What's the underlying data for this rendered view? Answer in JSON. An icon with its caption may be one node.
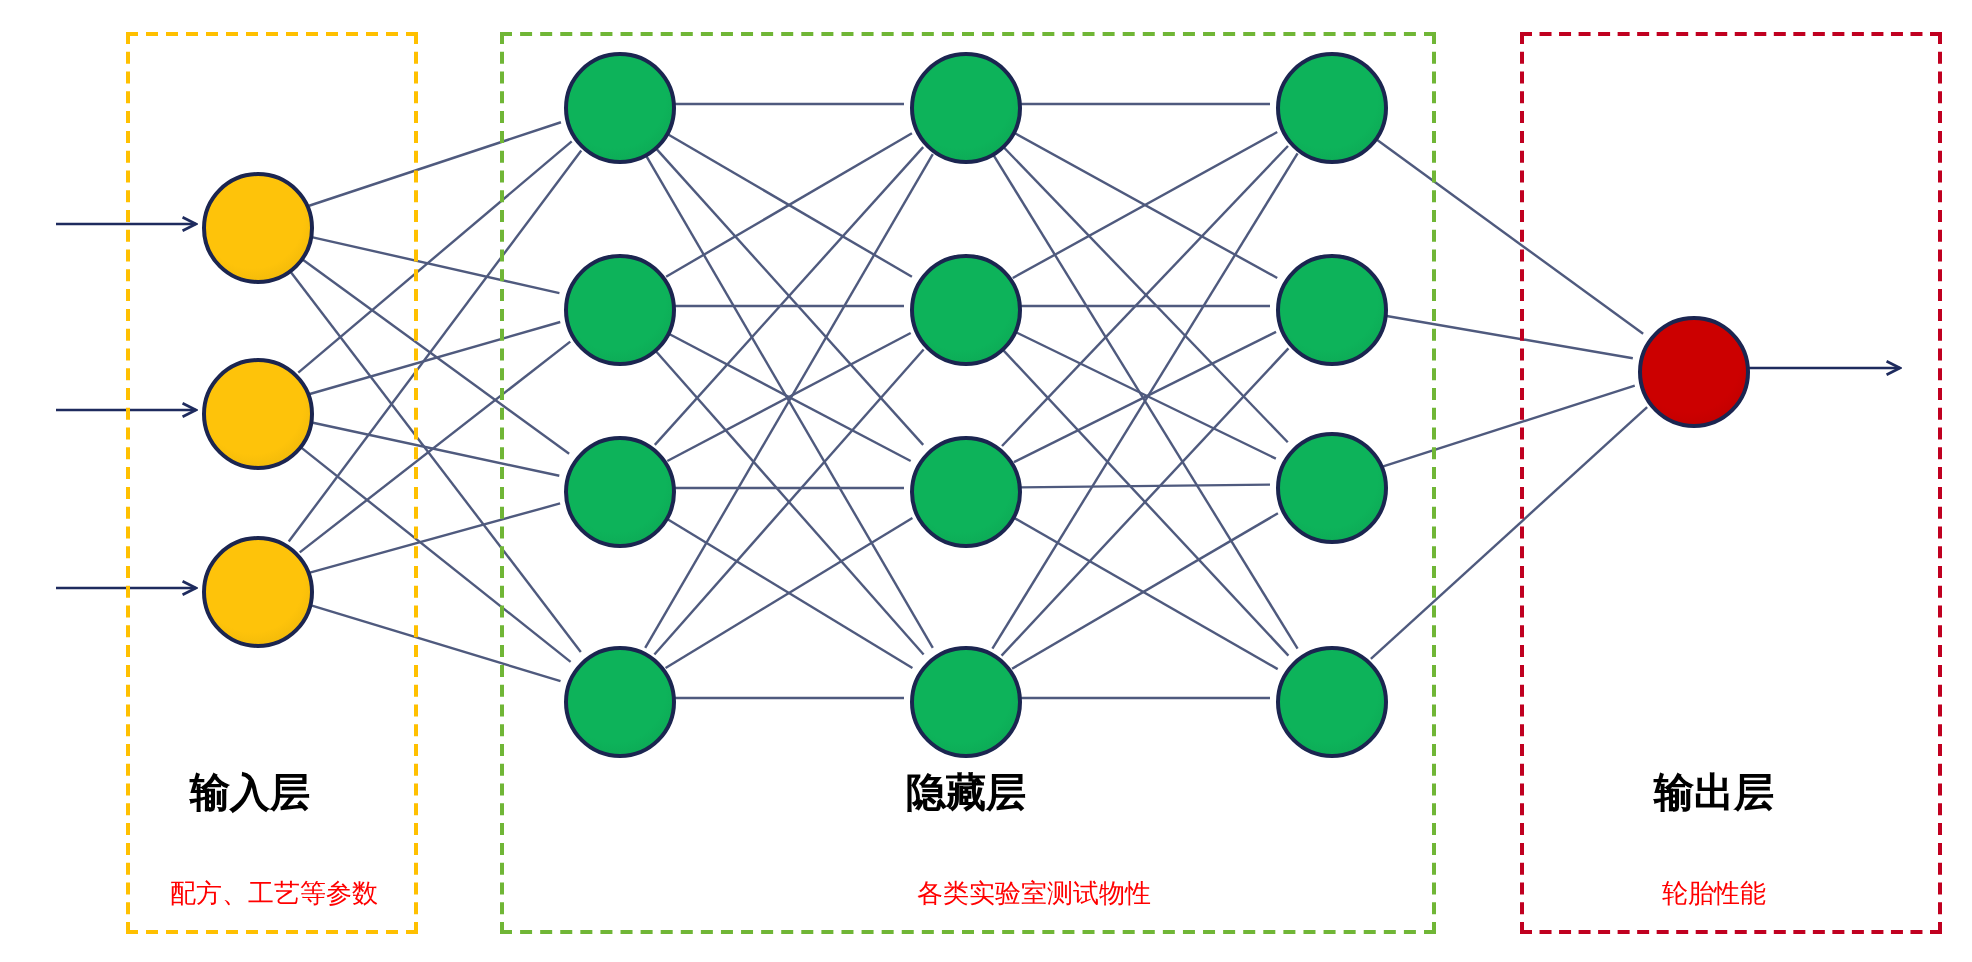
{
  "diagram": {
    "nodes": [
      {
        "text": [
          "输入层",
          "配方、工艺等参数"
        ]
      },
      {
        "text": [
          "隐藏层",
          "各类实验室测试物性"
        ]
      },
      {
        "text": [
          "输出层",
          "轮胎性能"
        ]
      },
      {
        "text": [],
        "shape": "circle",
        "in": 0
      },
      {
        "text": [],
        "shape": "circle",
        "in": 0
      },
      {
        "text": [],
        "shape": "circle",
        "in": 0
      },
      {
        "text": [],
        "shape": "circle",
        "in": 1
      },
      {
        "text": [],
        "shape": "circle",
        "in": 1
      },
      {
        "text": [],
        "shape": "circle",
        "in": 1
      },
      {
        "text": [],
        "shape": "circle",
        "in": 1
      },
      {
        "text": [],
        "shape": "circle",
        "in": 1
      },
      {
        "text": [],
        "shape": "circle",
        "in": 1
      },
      {
        "text": [],
        "shape": "circle",
        "in": 1
      },
      {
        "text": [],
        "shape": "circle",
        "in": 1
      },
      {
        "text": [],
        "shape": "circle",
        "in": 1
      },
      {
        "text": [],
        "shape": "circle",
        "in": 1
      },
      {
        "text": [],
        "shape": "circle",
        "in": 1
      },
      {
        "text": [],
        "shape": "circle",
        "in": 1
      },
      {
        "text": [],
        "shape": "circle",
        "in": 2
      }
    ],
    "edges": [
      {
        "from": null,
        "to": 3,
        "arrow": "to",
        "color": "#1e2b5e"
      },
      {
        "from": null,
        "to": 4,
        "arrow": "to",
        "color": "#1e2b5e"
      },
      {
        "from": null,
        "to": 5,
        "arrow": "to",
        "color": "#1e2b5e"
      },
      {
        "from": 3,
        "to": 6,
        "arrow": "none"
      },
      {
        "from": 3,
        "to": 7,
        "arrow": "none"
      },
      {
        "from": 3,
        "to": 8,
        "arrow": "none"
      },
      {
        "from": 3,
        "to": 9,
        "arrow": "none"
      },
      {
        "from": 4,
        "to": 6,
        "arrow": "none"
      },
      {
        "from": 4,
        "to": 7,
        "arrow": "none"
      },
      {
        "from": 4,
        "to": 8,
        "arrow": "none"
      },
      {
        "from": 4,
        "to": 9,
        "arrow": "none"
      },
      {
        "from": 5,
        "to": 6,
        "arrow": "none"
      },
      {
        "from": 5,
        "to": 7,
        "arrow": "none"
      },
      {
        "from": 5,
        "to": 8,
        "arrow": "none"
      },
      {
        "from": 5,
        "to": 9,
        "arrow": "none"
      },
      {
        "from": 6,
        "to": 10,
        "arrow": "none"
      },
      {
        "from": 6,
        "to": 11,
        "arrow": "none"
      },
      {
        "from": 6,
        "to": 12,
        "arrow": "none"
      },
      {
        "from": 6,
        "to": 13,
        "arrow": "none"
      },
      {
        "from": 7,
        "to": 10,
        "arrow": "none"
      },
      {
        "from": 7,
        "to": 11,
        "arrow": "none"
      },
      {
        "from": 7,
        "to": 12,
        "arrow": "none"
      },
      {
        "from": 7,
        "to": 13,
        "arrow": "none"
      },
      {
        "from": 8,
        "to": 10,
        "arrow": "none"
      },
      {
        "from": 8,
        "to": 11,
        "arrow": "none"
      },
      {
        "from": 8,
        "to": 12,
        "arrow": "none"
      },
      {
        "from": 8,
        "to": 13,
        "arrow": "none"
      },
      {
        "from": 9,
        "to": 10,
        "arrow": "none"
      },
      {
        "from": 9,
        "to": 11,
        "arrow": "none"
      },
      {
        "from": 9,
        "to": 12,
        "arrow": "none"
      },
      {
        "from": 9,
        "to": 13,
        "arrow": "none"
      },
      {
        "from": 10,
        "to": 14,
        "arrow": "none"
      },
      {
        "from": 10,
        "to": 15,
        "arrow": "none"
      },
      {
        "from": 10,
        "to": 16,
        "arrow": "none"
      },
      {
        "from": 10,
        "to": 17,
        "arrow": "none"
      },
      {
        "from": 11,
        "to": 14,
        "arrow": "none"
      },
      {
        "from": 11,
        "to": 15,
        "arrow": "none"
      },
      {
        "from": 11,
        "to": 16,
        "arrow": "none"
      },
      {
        "from": 11,
        "to": 17,
        "arrow": "none"
      },
      {
        "from": 12,
        "to": 14,
        "arrow": "none"
      },
      {
        "from": 12,
        "to": 15,
        "arrow": "none"
      },
      {
        "from": 12,
        "to": 16,
        "arrow": "none"
      },
      {
        "from": 12,
        "to": 17,
        "arrow": "none"
      },
      {
        "from": 13,
        "to": 14,
        "arrow": "none"
      },
      {
        "from": 13,
        "to": 15,
        "arrow": "none"
      },
      {
        "from": 13,
        "to": 16,
        "arrow": "none"
      },
      {
        "from": 13,
        "to": 17,
        "arrow": "none"
      },
      {
        "from": 14,
        "to": 18,
        "arrow": "none"
      },
      {
        "from": 15,
        "to": 18,
        "arrow": "none"
      },
      {
        "from": 16,
        "to": 18,
        "arrow": "none"
      },
      {
        "from": 17,
        "to": 18,
        "arrow": "none"
      },
      {
        "from": 18,
        "to": null,
        "arrow": "to",
        "color": "#1e2b5e"
      }
    ]
  }
}
